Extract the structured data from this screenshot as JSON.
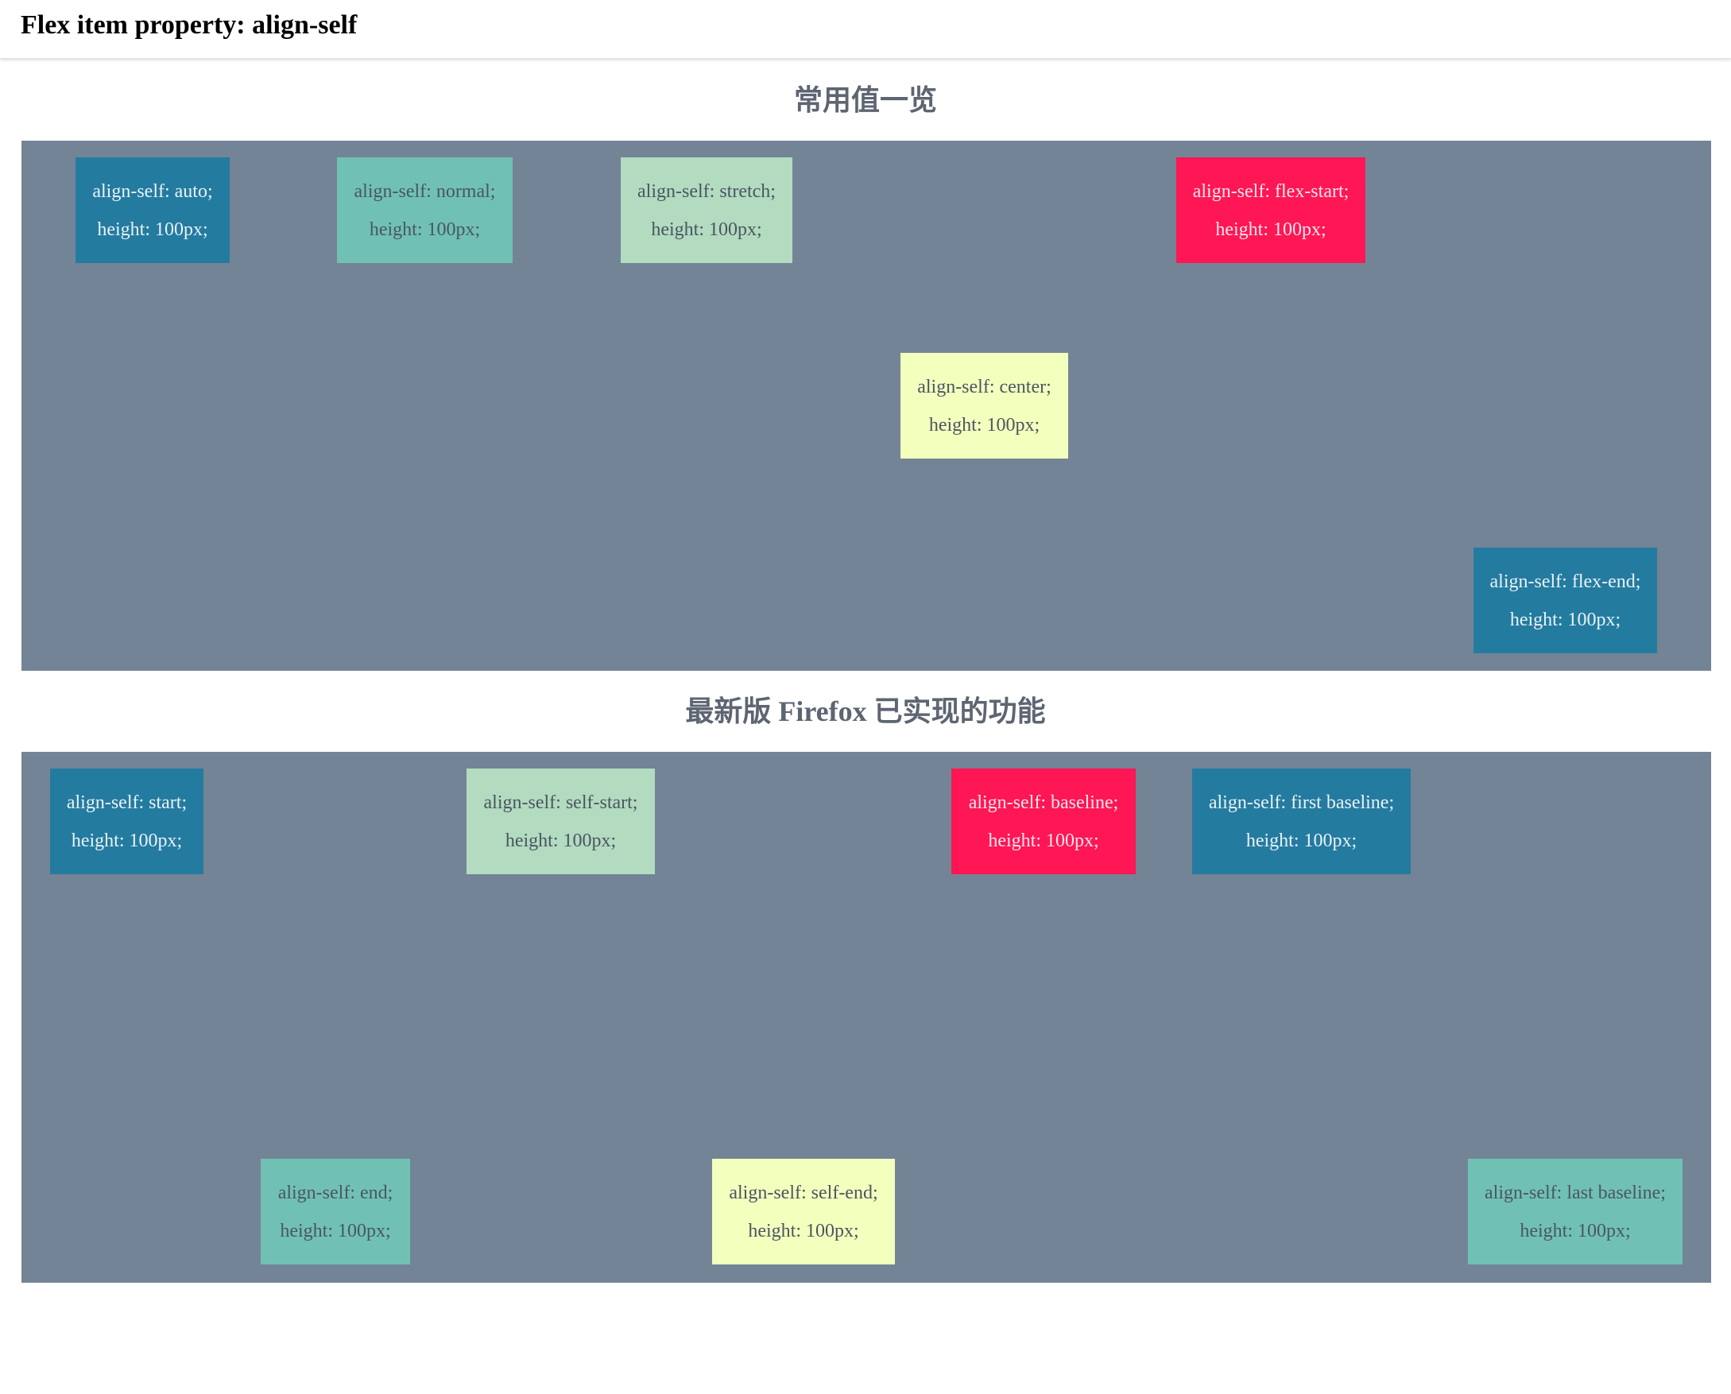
{
  "page": {
    "title": "Flex item property: align-self"
  },
  "colors": {
    "container": "#738496",
    "blue": "#247ba0",
    "teal": "#70c1b3",
    "mint": "#b2dbbf",
    "pink": "#ff1654",
    "cream": "#f3ffbd"
  },
  "sections": [
    {
      "title": "常用值一览",
      "items": [
        {
          "line1": "align-self: auto;",
          "line2": "height: 100px;",
          "color": "blue"
        },
        {
          "line1": "align-self: normal;",
          "line2": "height: 100px;",
          "color": "teal"
        },
        {
          "line1": "align-self: stretch;",
          "line2": "height: 100px;",
          "color": "mint"
        },
        {
          "line1": "align-self: center;",
          "line2": "height: 100px;",
          "color": "cream"
        },
        {
          "line1": "align-self: flex-start;",
          "line2": "height: 100px;",
          "color": "pink"
        },
        {
          "line1": "align-self: flex-end;",
          "line2": "height: 100px;",
          "color": "blue"
        }
      ]
    },
    {
      "title": "最新版 Firefox 已实现的功能",
      "items": [
        {
          "line1": "align-self: start;",
          "line2": "height: 100px;",
          "color": "blue"
        },
        {
          "line1": "align-self: end;",
          "line2": "height: 100px;",
          "color": "teal"
        },
        {
          "line1": "align-self: self-start;",
          "line2": "height: 100px;",
          "color": "mint"
        },
        {
          "line1": "align-self: self-end;",
          "line2": "height: 100px;",
          "color": "cream"
        },
        {
          "line1": "align-self: baseline;",
          "line2": "height: 100px;",
          "color": "pink"
        },
        {
          "line1": "align-self: first baseline;",
          "line2": "height: 100px;",
          "color": "blue"
        },
        {
          "line1": "align-self: last baseline;",
          "line2": "height: 100px;",
          "color": "teal"
        }
      ]
    }
  ]
}
